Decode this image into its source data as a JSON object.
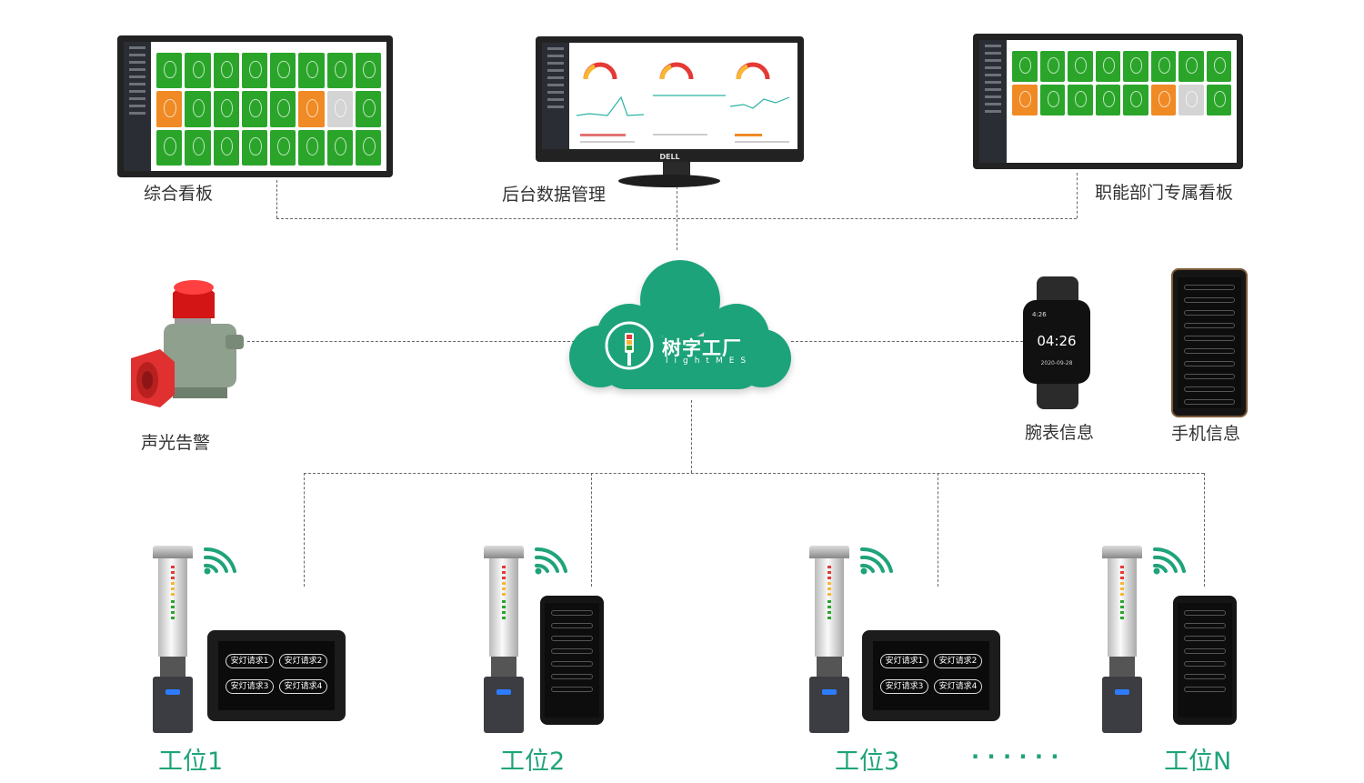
{
  "top": {
    "dashboard_label": "综合看板",
    "backend_label": "后台数据管理",
    "dept_label": "职能部门专属看板",
    "monitor_brand": "DELL"
  },
  "cloud": {
    "brand_cn": "树字工厂",
    "brand_en": "lightMES",
    "color": "#1fa37a"
  },
  "peripherals": {
    "alarm_label": "声光告警",
    "watch_label": "腕表信息",
    "phone_label": "手机信息",
    "watch_time": "04:26",
    "watch_small_time": "4:26",
    "watch_date": "2020-09-28"
  },
  "stations": {
    "tablet_buttons": [
      "安灯请求1",
      "安灯请求2",
      "安灯请求3",
      "安灯请求4"
    ],
    "items": [
      {
        "label": "工位1"
      },
      {
        "label": "工位2"
      },
      {
        "label": "工位3"
      },
      {
        "label": "工位N"
      }
    ],
    "ellipsis": "· · · · · ·"
  }
}
